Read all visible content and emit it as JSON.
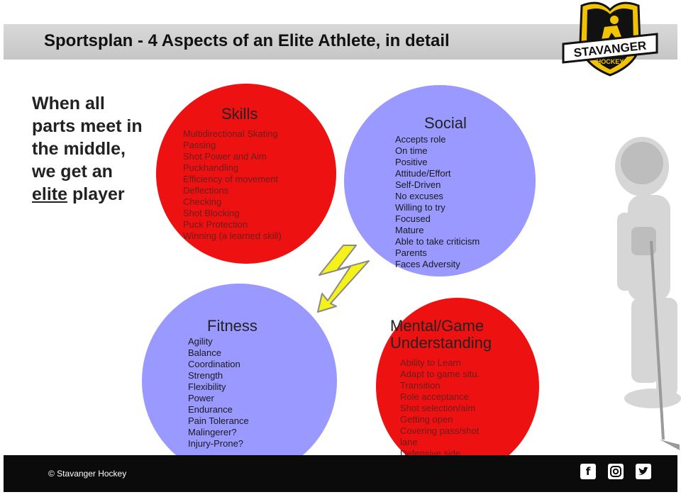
{
  "header": {
    "title": "Sportsplan - 4 Aspects of an Elite Athlete, in detail"
  },
  "logo": {
    "name": "STAVANGER",
    "sub": "HOCKEY"
  },
  "intro": {
    "before": "When all parts meet in the middle, we get an",
    "emphasis": "elite",
    "after": "player"
  },
  "skills": {
    "title": "Skills",
    "items": [
      "Multidirectional Skating",
      "Passing",
      "Shot Power and Aim",
      "Puckhandling",
      "Efficiency of movement",
      "Deflections",
      "Checking",
      "Shot Blocking",
      "Puck Protection",
      "Winning (a learned skill)"
    ]
  },
  "social": {
    "title": "Social",
    "items": [
      "Accepts role",
      "On time",
      "Positive",
      "Attitude/Effort",
      "Self-Driven",
      "No excuses",
      "Willing to try",
      "Focused",
      "Mature",
      "Able to take criticism",
      "Parents",
      "Faces Adversity"
    ]
  },
  "fitness": {
    "title": "Fitness",
    "items": [
      "Agility",
      "Balance",
      "Coordination",
      "Strength",
      "Flexibility",
      "Power",
      "Endurance",
      "Pain Tolerance",
      "Malingerer?",
      "Injury-Prone?"
    ]
  },
  "mental": {
    "title_line1": "Mental/Game",
    "title_line2": "Understanding",
    "items": [
      "Ability to Learn",
      "Adapt to game situ.",
      "Transition",
      "Role acceptance",
      "Shot selection/aim",
      "Getting open",
      "Covering pass/shot",
      "lane",
      "Defensive side"
    ]
  },
  "footer": {
    "copyright": "© Stavanger Hockey",
    "icons": [
      "facebook-icon",
      "instagram-icon",
      "twitter-icon"
    ]
  },
  "colors": {
    "red": "#ee1111",
    "blue": "#9999ff",
    "lightning": "#f5f21a"
  }
}
